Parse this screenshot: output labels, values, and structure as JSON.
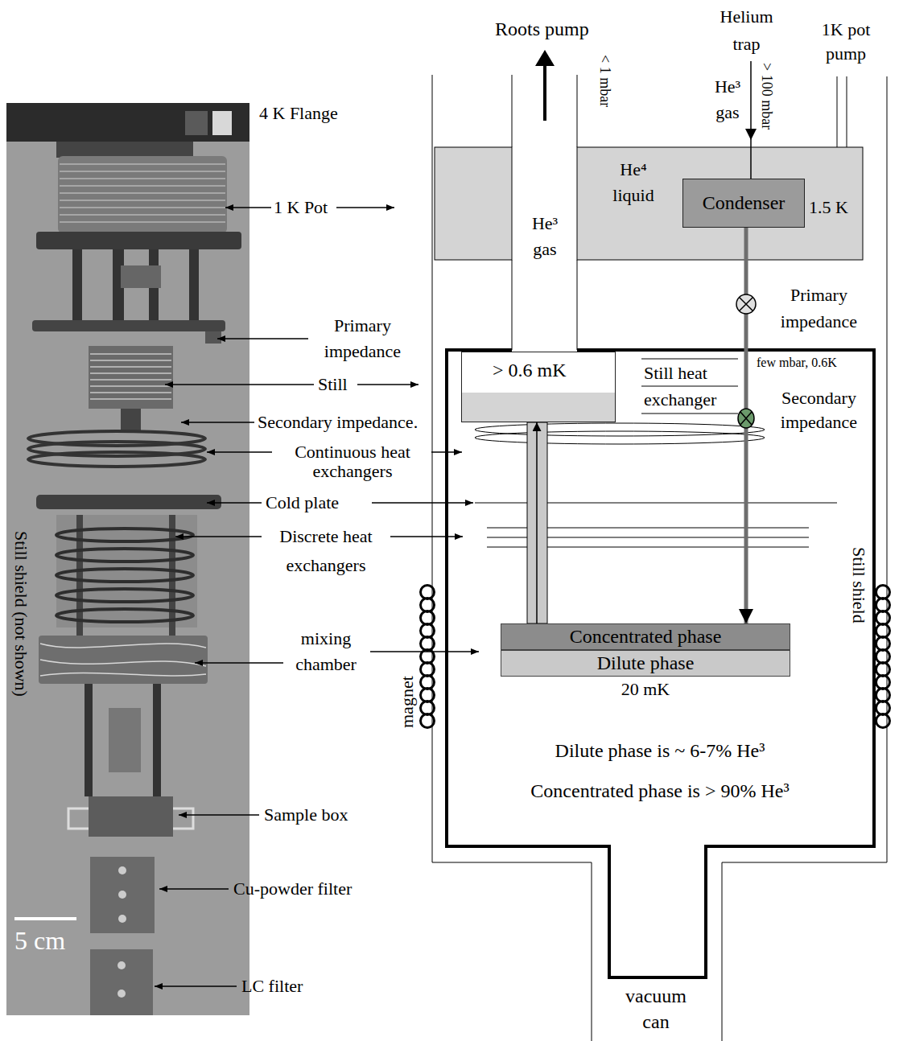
{
  "diagram": {
    "nodes": [
      {
        "text": [
          "He⁴ liquid",
          "1.5 K"
        ]
      },
      {
        "text": [
          "Condenser"
        ],
        "in": 0
      },
      {
        "text": [
          "> 0.6 mK"
        ]
      },
      {
        "text": [
          "Concentrated phase"
        ]
      },
      {
        "text": [
          "Dilute phase",
          "20 mK"
        ]
      }
    ],
    "edges": [
      {
        "from": 1,
        "to": 3,
        "arrow": "to"
      },
      {
        "from": 4,
        "to": 2,
        "arrow": "to"
      }
    ],
    "labels": [
      "4 K Flange",
      "1 K Pot",
      "Primary impedance",
      "Still",
      "Secondary impedance.",
      "Continuous heat exchangers",
      "Cold plate",
      "Discrete heat exchangers",
      "mixing chamber",
      "Sample box",
      "Cu-powder filter",
      "LC filter",
      "5 cm",
      "Still shield (not shown)",
      "Roots pump",
      "< 1 mbar",
      "Helium trap",
      "He³ gas",
      "> 100 mbar",
      "1K pot pump",
      "He³ gas",
      "Primary impedance",
      "Still heat exchanger",
      "few mbar, 0.6K",
      "Secondary impedance",
      "Still shield",
      "magnet",
      "Dilute phase is ~ 6-7% He³",
      "Concentrated phase is > 90% He³",
      "vacuum can"
    ]
  }
}
